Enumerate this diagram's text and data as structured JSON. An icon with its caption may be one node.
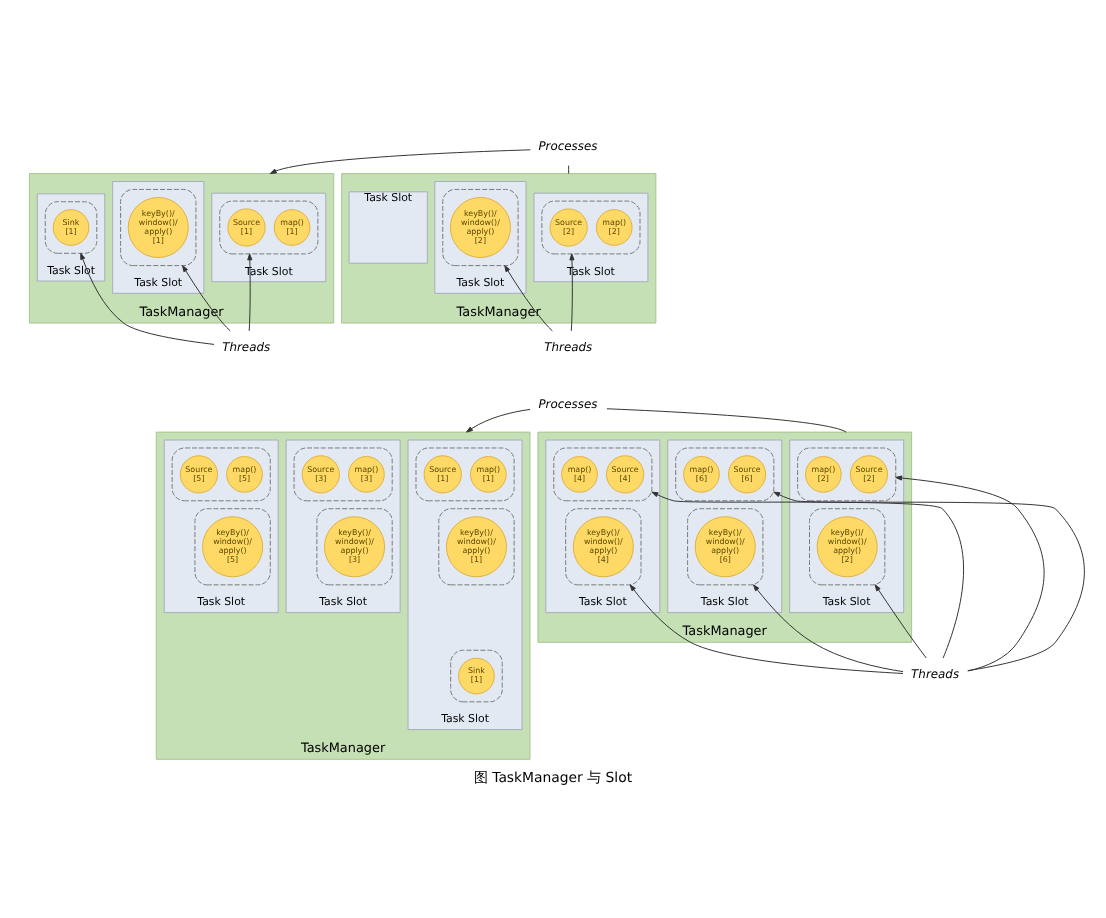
{
  "diagram": {
    "caption": "图 TaskManager 与 Slot",
    "nodes": [
      {
        "text": [
          "Processes"
        ]
      },
      {
        "text": [
          "TaskManager"
        ]
      },
      {
        "text": [
          "Task Slot"
        ],
        "in": 1
      },
      {
        "text": [],
        "shape": "box",
        "in": 2
      },
      {
        "text": [
          "Source",
          "[1]"
        ],
        "in": 3
      },
      {
        "text": [
          "map()",
          "[1]"
        ],
        "in": 3
      },
      {
        "text": [
          "Task Slot"
        ],
        "in": 1
      },
      {
        "text": [],
        "shape": "box",
        "in": 6
      },
      {
        "text": [
          "keyBy()/ window()/ apply()",
          "[1]"
        ],
        "in": 7
      },
      {
        "text": [
          "Task Slot"
        ],
        "in": 1
      },
      {
        "text": [],
        "shape": "box",
        "in": 9
      },
      {
        "text": [
          "Sink",
          "[1]"
        ],
        "in": 10
      },
      {
        "text": [
          "TaskManager"
        ]
      },
      {
        "text": [
          "Task Slot"
        ],
        "in": 12
      },
      {
        "text": [],
        "shape": "box",
        "in": 13
      },
      {
        "text": [
          "Source",
          "[2]"
        ],
        "in": 14
      },
      {
        "text": [
          "map()",
          "[2]"
        ],
        "in": 14
      },
      {
        "text": [
          "Task Slot"
        ],
        "in": 12
      },
      {
        "text": [],
        "shape": "box",
        "in": 17
      },
      {
        "text": [
          "keyBy()/ window()/ apply()",
          "[2]"
        ],
        "in": 18
      },
      {
        "text": [
          "Task Slot"
        ],
        "in": 12
      },
      {
        "text": [
          "Threads"
        ]
      },
      {
        "text": [
          "Threads"
        ]
      },
      {
        "text": [
          "Processes"
        ]
      },
      {
        "text": [
          "TaskManager"
        ]
      },
      {
        "text": [
          "Task Slot"
        ],
        "in": 24
      },
      {
        "text": [],
        "shape": "box",
        "in": 25
      },
      {
        "text": [
          "Source",
          "[1]"
        ],
        "in": 26
      },
      {
        "text": [
          "map()",
          "[1]"
        ],
        "in": 26
      },
      {
        "text": [],
        "shape": "box",
        "in": 25
      },
      {
        "text": [
          "keyBy()/ window()/ apply()",
          "[1]"
        ],
        "in": 29
      },
      {
        "text": [],
        "shape": "box",
        "in": 25
      },
      {
        "text": [
          "Sink",
          "[1]"
        ],
        "in": 31
      },
      {
        "text": [
          "Task Slot"
        ],
        "in": 24
      },
      {
        "text": [],
        "shape": "box",
        "in": 33
      },
      {
        "text": [
          "Source",
          "[3]"
        ],
        "in": 34
      },
      {
        "text": [
          "map()",
          "[3]"
        ],
        "in": 34
      },
      {
        "text": [],
        "shape": "box",
        "in": 33
      },
      {
        "text": [
          "keyBy()/ window()/ apply()",
          "[3]"
        ],
        "in": 37
      },
      {
        "text": [
          "Task Slot"
        ],
        "in": 24
      },
      {
        "text": [],
        "shape": "box",
        "in": 39
      },
      {
        "text": [
          "Source",
          "[5]"
        ],
        "in": 40
      },
      {
        "text": [
          "map()",
          "[5]"
        ],
        "in": 40
      },
      {
        "text": [],
        "shape": "box",
        "in": 39
      },
      {
        "text": [
          "keyBy()/ window()/ apply()",
          "[5]"
        ],
        "in": 43
      },
      {
        "text": [
          "TaskManager"
        ]
      },
      {
        "text": [
          "Task Slot"
        ],
        "in": 45
      },
      {
        "text": [],
        "shape": "box",
        "in": 46
      },
      {
        "text": [
          "Source",
          "[2]"
        ],
        "in": 47
      },
      {
        "text": [
          "map()",
          "[2]"
        ],
        "in": 47
      },
      {
        "text": [],
        "shape": "box",
        "in": 46
      },
      {
        "text": [
          "keyBy()/ window()/ apply()",
          "[2]"
        ],
        "in": 50
      },
      {
        "text": [
          "Task Slot"
        ],
        "in": 45
      },
      {
        "text": [],
        "shape": "box",
        "in": 52
      },
      {
        "text": [
          "Source",
          "[4]"
        ],
        "in": 53
      },
      {
        "text": [
          "map()",
          "[4]"
        ],
        "in": 53
      },
      {
        "text": [],
        "shape": "box",
        "in": 52
      },
      {
        "text": [
          "keyBy()/ window()/ apply()",
          "[4]"
        ],
        "in": 56
      },
      {
        "text": [
          "Task Slot"
        ],
        "in": 45
      },
      {
        "text": [],
        "shape": "box",
        "in": 58
      },
      {
        "text": [
          "Source",
          "[6]"
        ],
        "in": 59
      },
      {
        "text": [
          "map()",
          "[6]"
        ],
        "in": 59
      },
      {
        "text": [],
        "shape": "box",
        "in": 58
      },
      {
        "text": [
          "keyBy()/ window()/ apply()",
          "[6]"
        ],
        "in": 62
      },
      {
        "text": [
          "Threads"
        ]
      }
    ],
    "edges": [
      {
        "from": 0,
        "to": 1,
        "arrow": "to"
      },
      {
        "from": 0,
        "to": 12,
        "arrow": "none"
      },
      {
        "from": 21,
        "to": 3,
        "arrow": "to"
      },
      {
        "from": 21,
        "to": 7,
        "arrow": "to"
      },
      {
        "from": 21,
        "to": 10,
        "arrow": "to"
      },
      {
        "from": 22,
        "to": 14,
        "arrow": "to"
      },
      {
        "from": 22,
        "to": 18,
        "arrow": "to"
      },
      {
        "from": 23,
        "to": 24,
        "arrow": "to"
      },
      {
        "from": 23,
        "to": 45,
        "arrow": "none"
      },
      {
        "from": 64,
        "to": 50,
        "arrow": "to"
      },
      {
        "from": 64,
        "to": 47,
        "arrow": "to"
      },
      {
        "from": 64,
        "to": 56,
        "arrow": "to"
      },
      {
        "from": 64,
        "to": 53,
        "arrow": "to"
      },
      {
        "from": 64,
        "to": 59,
        "arrow": "to"
      },
      {
        "from": 64,
        "to": 62,
        "arrow": "to"
      }
    ]
  }
}
